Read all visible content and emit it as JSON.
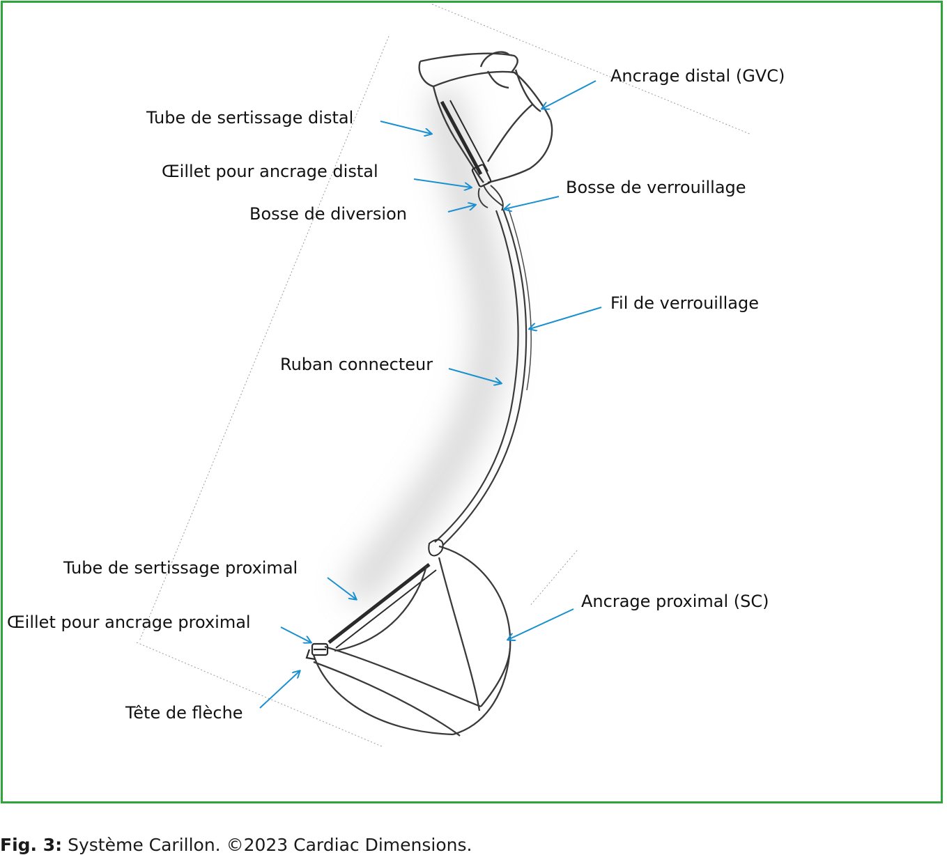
{
  "labels": {
    "ancrage_distal": "Ancrage distal (GVC)",
    "tube_distal": "Tube de sertissage distal",
    "oeillet_distal": "Œillet pour ancrage distal",
    "bosse_verrouillage": "Bosse de verrouillage",
    "bosse_diversion": "Bosse de diversion",
    "fil_verrouillage": "Fil de verrouillage",
    "ruban": "Ruban connecteur",
    "tube_proximal": "Tube de sertissage proximal",
    "ancrage_proximal": "Ancrage proximal (SC)",
    "oeillet_proximal": "Œillet pour ancrage proximal",
    "tete_fleche": "Tête de flèche"
  },
  "caption": {
    "prefix": "Fig. 3:",
    "text": " Système Carillon. ©2023 Cardiac Dimensions."
  },
  "colors": {
    "frame": "#2ea43a",
    "arrow": "#1a8fd0",
    "wire": "#3a3a3a"
  }
}
